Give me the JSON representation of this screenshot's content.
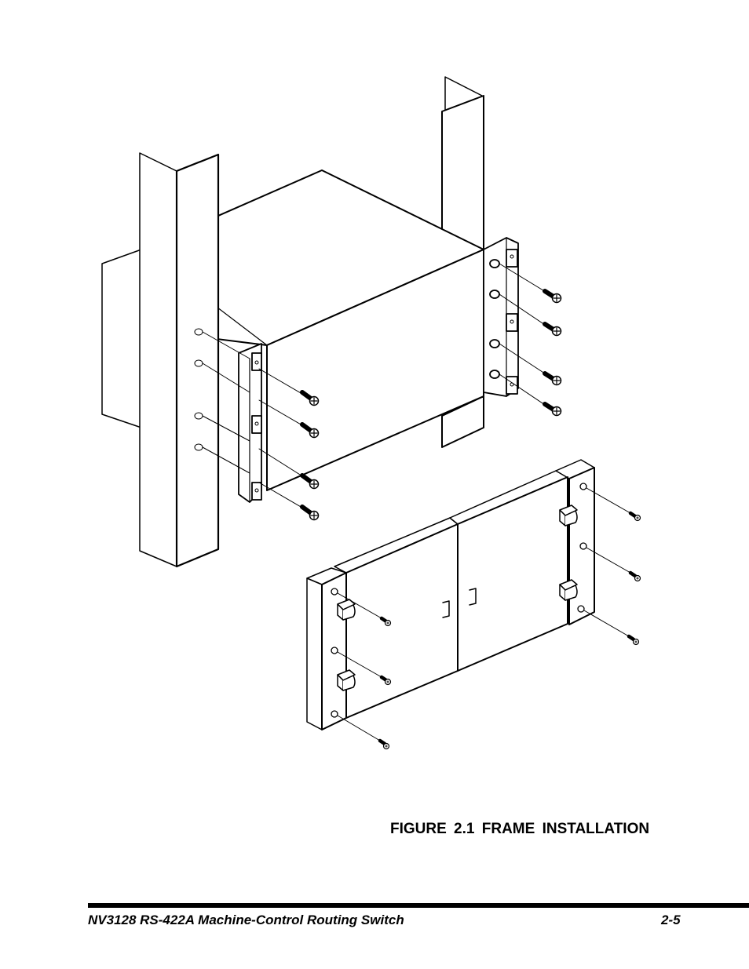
{
  "figure": {
    "caption": "FIGURE 2.1 FRAME INSTALLATION"
  },
  "footer": {
    "title": "NV3128 RS-422A Machine-Control Routing Switch",
    "page": "2-5"
  }
}
